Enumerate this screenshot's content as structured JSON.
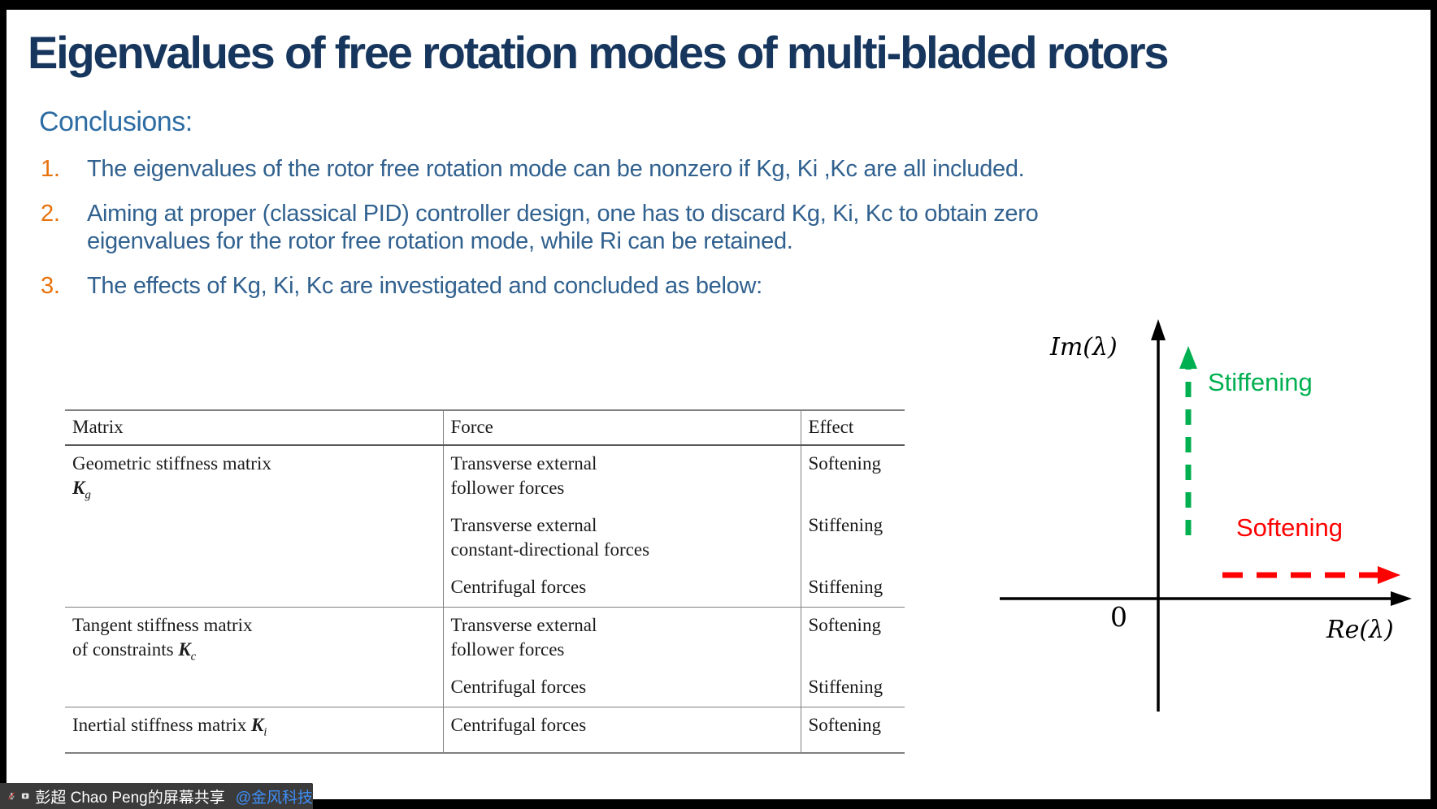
{
  "slide": {
    "title": "Eigenvalues of free rotation modes of multi-bladed rotors",
    "heading": "Conclusions:",
    "list": [
      {
        "number": "1.",
        "lines": [
          "The eigenvalues of the rotor free rotation mode can be nonzero if Kg, Ki ,Kc are all included."
        ]
      },
      {
        "number": "2.",
        "lines": [
          "Aiming at proper (classical PID) controller design, one has to discard Kg, Ki, Kc to obtain zero",
          "eigenvalues for the rotor free rotation mode, while Ri can be retained."
        ]
      },
      {
        "number": "3.",
        "lines": [
          "The effects of Kg, Ki, Kc are investigated and concluded as below:"
        ]
      }
    ]
  },
  "table": {
    "headers": [
      "Matrix",
      "Force",
      "Effect"
    ],
    "sections": [
      {
        "matrix": {
          "line1": "Geometric stiffness matrix",
          "line2_prefix": "",
          "k": "K",
          "sub": "g"
        },
        "entries": [
          {
            "force_lines": [
              "Transverse external",
              "follower forces"
            ],
            "effect": "Softening"
          },
          {
            "force_lines": [
              "Transverse external",
              "constant-directional forces"
            ],
            "effect": "Stiffening"
          },
          {
            "force_lines": [
              "Centrifugal forces"
            ],
            "effect": "Stiffening"
          }
        ]
      },
      {
        "matrix": {
          "line1": "Tangent stiffness matrix",
          "line2_prefix": "of constraints ",
          "k": "K",
          "sub": "c"
        },
        "entries": [
          {
            "force_lines": [
              "Transverse external",
              "follower forces"
            ],
            "effect": "Softening"
          },
          {
            "force_lines": [
              "Centrifugal forces"
            ],
            "effect": "Stiffening"
          }
        ]
      },
      {
        "matrix": {
          "line1_prefix": "Inertial stiffness matrix ",
          "k": "K",
          "sub": "i"
        },
        "entries": [
          {
            "force_lines": [
              "Centrifugal forces"
            ],
            "effect": "Softening"
          }
        ]
      }
    ]
  },
  "diagram": {
    "im_label": "Im(λ)",
    "re_label": "Re(λ)",
    "origin_label": "0",
    "stiffening_label": "Stiffening",
    "softening_label": "Softening",
    "stiffening_color": "#00B050",
    "softening_color": "#FF0000",
    "axis_color": "#000000"
  },
  "status_bar": {
    "share_text": "彭超 Chao Peng的屏幕共享",
    "mention": "@金风科技"
  }
}
